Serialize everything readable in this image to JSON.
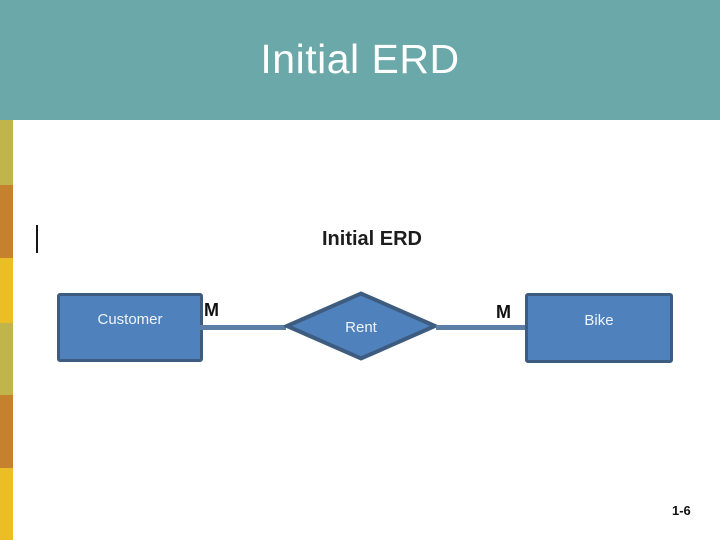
{
  "header": {
    "title": "Initial ERD"
  },
  "diagram": {
    "title": "Initial ERD",
    "entities": [
      {
        "label": "Customer"
      },
      {
        "label": "Bike"
      }
    ],
    "relationship": {
      "label": "Rent"
    },
    "cardinalities": {
      "left": "M",
      "right": "M"
    }
  },
  "footer": {
    "page_number": "1-6"
  },
  "colors": {
    "header_band": "#6BA8A9",
    "stripe_olive": "#BFB54B",
    "stripe_orange": "#C5812D",
    "stripe_gold": "#EBBE26",
    "shape_fill": "#4F81BD",
    "shape_border": "#3E5C80",
    "connector": "#5A7EA5"
  }
}
